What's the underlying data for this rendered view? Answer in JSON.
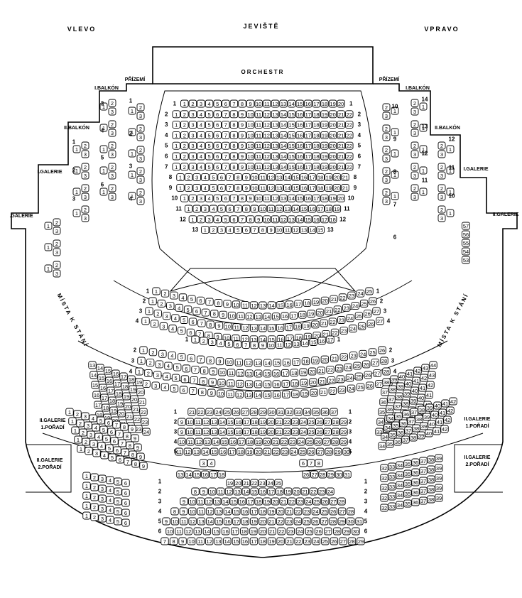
{
  "labels": {
    "left": "VLEVO",
    "stage": "JEVIŠTĚ",
    "right": "VPRAVO",
    "orchestra": "ORCHESTR",
    "prizemi": "PŘÍZEMÍ",
    "balkon1": "I.BALKÓN",
    "balkon2": "II.BALKÓN",
    "galerie1": "I.GALERIE",
    "galerie2": "II.GALERIE",
    "galerie_left_cut": ".GALERIE",
    "standing": "MÍSTA K STÁNÍ",
    "g2_row1_a": "II.GALERIE",
    "g2_row1_b": "1.POŘADÍ",
    "g2_row2_a": "II.GALERIE",
    "g2_row2_b": "2.POŘADÍ"
  },
  "parterre": {
    "rows": [
      {
        "row": "1",
        "count": 20
      },
      {
        "row": "2",
        "count": 22
      },
      {
        "row": "3",
        "count": 22
      },
      {
        "row": "4",
        "count": 22
      },
      {
        "row": "5",
        "count": 22
      },
      {
        "row": "6",
        "count": 22
      },
      {
        "row": "7",
        "count": 22
      },
      {
        "row": "8",
        "count": 21
      },
      {
        "row": "9",
        "count": 21
      },
      {
        "row": "10",
        "count": 20
      },
      {
        "row": "11",
        "count": 19
      },
      {
        "row": "12",
        "count": 18
      },
      {
        "row": "13",
        "count": 15
      }
    ]
  },
  "balcony": {
    "rows": [
      {
        "row": "1",
        "count": 25
      },
      {
        "row": "2",
        "count": 26
      },
      {
        "row": "3",
        "count": 27
      },
      {
        "row": "4",
        "count": 27
      }
    ]
  },
  "galerie1": {
    "rows": [
      {
        "row": "1",
        "count": 17
      },
      {
        "row": "2",
        "count": 26
      },
      {
        "row": "3",
        "count": 28
      },
      {
        "row": "4",
        "count": 28
      },
      {
        "row": "5",
        "count": 28
      }
    ]
  },
  "galerie2_center": {
    "row1_top": [
      "21",
      "22",
      "23",
      "24",
      "25",
      "26",
      "27",
      "28",
      "29",
      "30",
      "31",
      "32",
      "33",
      "34",
      "35",
      "36",
      "37"
    ],
    "row2": [
      "9",
      "10",
      "11",
      "12",
      "13",
      "14",
      "15",
      "16",
      "17",
      "18",
      "19",
      "20",
      "21",
      "22",
      "23",
      "24",
      "25",
      "26",
      "27",
      "28",
      "29"
    ],
    "row3": [
      "9",
      "10",
      "11",
      "12",
      "13",
      "14",
      "15",
      "16",
      "17",
      "18",
      "19",
      "20",
      "21",
      "22",
      "23",
      "24",
      "25",
      "26",
      "27",
      "28",
      "29"
    ],
    "row4": [
      "10",
      "11",
      "12",
      "13",
      "14",
      "15",
      "16",
      "17",
      "18",
      "19",
      "20",
      "21",
      "22",
      "23",
      "24",
      "25",
      "26",
      "27",
      "28",
      "29"
    ],
    "row5": [
      "11",
      "12",
      "13",
      "14",
      "15",
      "16",
      "17",
      "18",
      "19",
      "20",
      "21",
      "22",
      "23",
      "24",
      "25",
      "26",
      "27",
      "28",
      "29",
      "30"
    ],
    "mid_left": [
      "3",
      "4"
    ],
    "mid_right": [
      "6",
      "7",
      "8"
    ],
    "row_numbers": [
      "1",
      "2",
      "3",
      "4",
      "5"
    ]
  },
  "galerie2_lower": {
    "row1": [
      "13",
      "14",
      "15",
      "16",
      "17",
      "18",
      "19",
      "20",
      "21",
      "22",
      "23",
      "24",
      "25",
      "26",
      "27",
      "28",
      "29",
      "30",
      "31"
    ],
    "row2": [
      "8",
      "9",
      "10",
      "11",
      "12",
      "13",
      "14",
      "15",
      "16",
      "17",
      "18",
      "19",
      "20",
      "21",
      "22",
      "23",
      "24"
    ],
    "row3": [
      "9",
      "10",
      "11",
      "12",
      "13",
      "14",
      "15",
      "16",
      "17",
      "18",
      "19",
      "20",
      "21",
      "22",
      "23",
      "24",
      "25",
      "26",
      "27",
      "28"
    ],
    "row4": [
      "8",
      "9",
      "10",
      "11",
      "12",
      "13",
      "14",
      "15",
      "16",
      "17",
      "18",
      "19",
      "20",
      "21",
      "22",
      "23",
      "24",
      "25",
      "26",
      "27",
      "28"
    ],
    "row5": [
      "9",
      "10",
      "11",
      "12",
      "13",
      "14",
      "15",
      "16",
      "17",
      "18",
      "19",
      "20",
      "21",
      "22",
      "23",
      "24",
      "25",
      "26",
      "27",
      "28",
      "29",
      "30",
      "31"
    ],
    "row6": [
      "10",
      "11",
      "12",
      "13",
      "14",
      "15",
      "16",
      "17",
      "18",
      "19",
      "20",
      "21",
      "22",
      "23",
      "24",
      "25",
      "26",
      "27",
      "28",
      "29",
      "30"
    ],
    "row7": [
      "7",
      "8",
      "9",
      "10",
      "11",
      "12",
      "13",
      "14",
      "15",
      "16",
      "17",
      "18",
      "19",
      "20",
      "21",
      "22",
      "23",
      "24",
      "25",
      "26",
      "27",
      "28",
      "29"
    ],
    "row_numbers": [
      "1",
      "2",
      "3",
      "4",
      "5",
      "6"
    ]
  },
  "side_right_numbers": [
    "57",
    "56",
    "55",
    "54",
    "53"
  ],
  "left_boxes": {
    "prizemi_nums": [
      "1",
      "2",
      "3",
      "4"
    ],
    "balkon1_nums": [
      "3",
      "4",
      "5",
      "6"
    ],
    "balkon2_nums": [
      "1",
      "2",
      "3"
    ],
    "box_seat_labels": [
      "1",
      "2",
      "3",
      "4"
    ]
  },
  "right_boxes": {
    "prizemi_nums": [
      "10",
      "9",
      "8",
      "7",
      "6"
    ],
    "balkon1_nums": [
      "14",
      "13",
      "12",
      "11"
    ],
    "balkon2_nums": [
      "12",
      "11",
      "10"
    ]
  }
}
